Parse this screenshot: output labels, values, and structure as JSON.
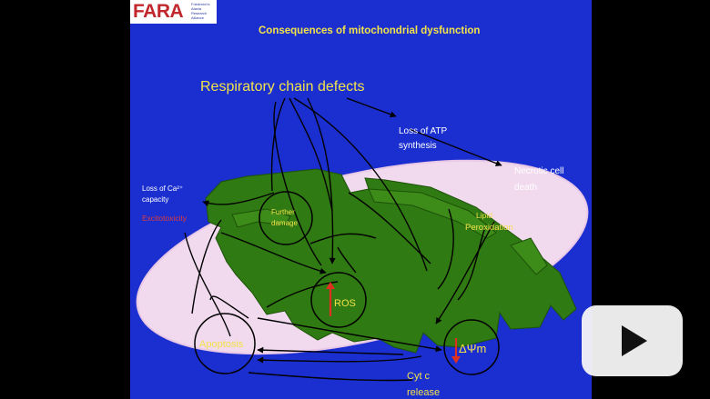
{
  "logo": {
    "mark": "FARA",
    "subtitle": "Friedreich's Ataxia Research Alliance"
  },
  "slide": {
    "title": "Consequences of mitochondrial dysfunction",
    "labels": {
      "respiratory_chain": "Respiratory chain defects",
      "loss_atp_1": "Loss of ATP",
      "loss_atp_2": "synthesis",
      "necrotic_1": "Necrotic cell",
      "necrotic_2": "death",
      "loss_ca_1": "Loss of Ca²⁺",
      "loss_ca_2": "capacity",
      "excitotoxicity": "Excitotoxicity",
      "further_1": "Further",
      "further_2": "damage",
      "lipid_1": "Lipid",
      "lipid_2": "Peroxidation",
      "ros": "ROS",
      "apoptosis": "Apoptosis",
      "delta_psi": "ΔΨm",
      "cytc_1": "Cyt c",
      "cytc_2": "release"
    }
  },
  "player": {
    "play_icon": "play-icon"
  },
  "colors": {
    "background": "#000000",
    "slide": "#1b2fd0",
    "membrane": "#f1d9ee",
    "matrix": "#2f7a12",
    "title": "#f2e24a",
    "label_white": "#ffffff",
    "excitotoxicity": "#e03a3a",
    "up_arrow": "#e03020"
  }
}
